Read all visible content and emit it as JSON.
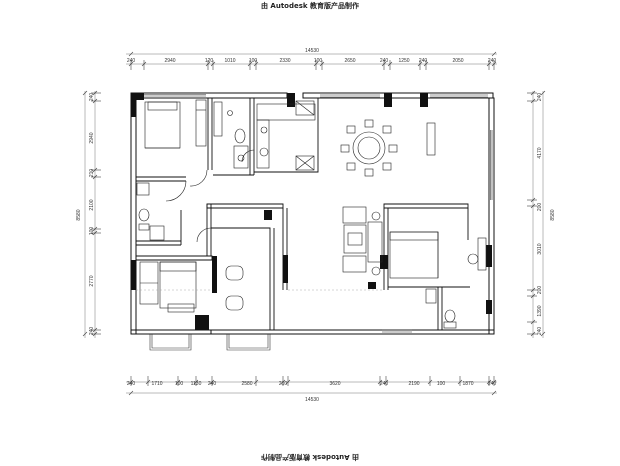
{
  "watermark": "由 Autodesk 教育版产品制作",
  "dimensions": {
    "top_total": "14530",
    "bottom_total": "14530",
    "top_segments": [
      "240",
      "2940",
      "120",
      "1010",
      "100",
      "2330",
      "100",
      "2650",
      "240",
      "1250",
      "240",
      "2050",
      "240"
    ],
    "bottom_segments": [
      "240",
      "1710",
      "100",
      "1130",
      "240",
      "2580",
      "210",
      "3620",
      "240",
      "2190",
      "100",
      "1870",
      "240"
    ],
    "left_total": "8580",
    "right_total": "8580",
    "left_segments": [
      "240",
      "2940",
      "210",
      "2100",
      "100",
      "2770",
      "240"
    ],
    "right_segments": [
      "240",
      "4170",
      "200",
      "3010",
      "200",
      "1390",
      "240"
    ]
  }
}
